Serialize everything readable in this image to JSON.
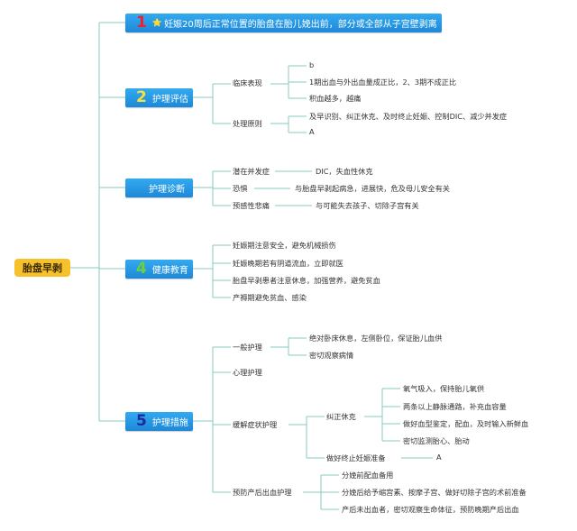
{
  "root": "胎盘早剥",
  "branches": [
    {
      "num": "1",
      "star": "⭐",
      "label": "妊娠20周后正常位置的胎盘在胎儿娩出前，部分或全部从子宫壁剥离",
      "num_color": "#e8232b"
    },
    {
      "num": "2",
      "label": "护理评估",
      "num_color": "#f7e23a"
    },
    {
      "num": "",
      "label": "护理诊断",
      "num_color": ""
    },
    {
      "num": "4",
      "label": "健康教育",
      "num_color": "#6ad13a"
    },
    {
      "num": "5",
      "label": "护理措施",
      "num_color": "#1a2b9a"
    }
  ],
  "b2": {
    "clinical": "临床表现",
    "clinical_items": [
      "b",
      "1期出血与外出血量成正比，2、3期不成正比",
      "积血越多，越痛"
    ],
    "principle": "处理原则",
    "principle_items": [
      "及早识别、纠正休克、及时终止妊娠、控制DIC、减少并发症",
      "A"
    ]
  },
  "b3": [
    {
      "label": "潜在并发症",
      "detail": "DIC，失血性休克"
    },
    {
      "label": "恐惧",
      "detail": "与胎盘早剥起病急，进展快，危及母儿安全有关"
    },
    {
      "label": "预感性悲痛",
      "detail": "与可能失去孩子、切除子宫有关"
    }
  ],
  "b4": [
    "妊娠期注意安全，避免机械损伤",
    "妊娠晚期若有阴道流血，立即就医",
    "胎盘早剥患者注意休息，加强营养，避免贫血",
    "产褥期避免贫血、感染"
  ],
  "b5": {
    "general": "一般护理",
    "general_items": [
      "绝对卧床休息，左侧卧位，保证胎儿血供",
      "密切观察病情"
    ],
    "psych": "心理护理",
    "relief": "缓解症状护理",
    "shock": "纠正休克",
    "shock_items": [
      "氧气吸入，保持胎儿氧供",
      "两条以上静脉通路，补充血容量",
      "做好血型鉴定，配血，及时输入新鲜血",
      "密切监测胎心、胎动"
    ],
    "terminate": "做好终止妊娠准备",
    "terminate_detail": "A",
    "pph": "预防产后出血护理",
    "pph_items": [
      "分娩前配血备用",
      "分娩后给予缩宫素、按摩子宫、做好切除子宫的术前准备",
      "产后未出血者，密切观察生命体征，预防晚期产后出血"
    ]
  },
  "colors": {
    "line": "#8ac9c0",
    "branch": "#2196e6",
    "root": "#f7c12b"
  }
}
